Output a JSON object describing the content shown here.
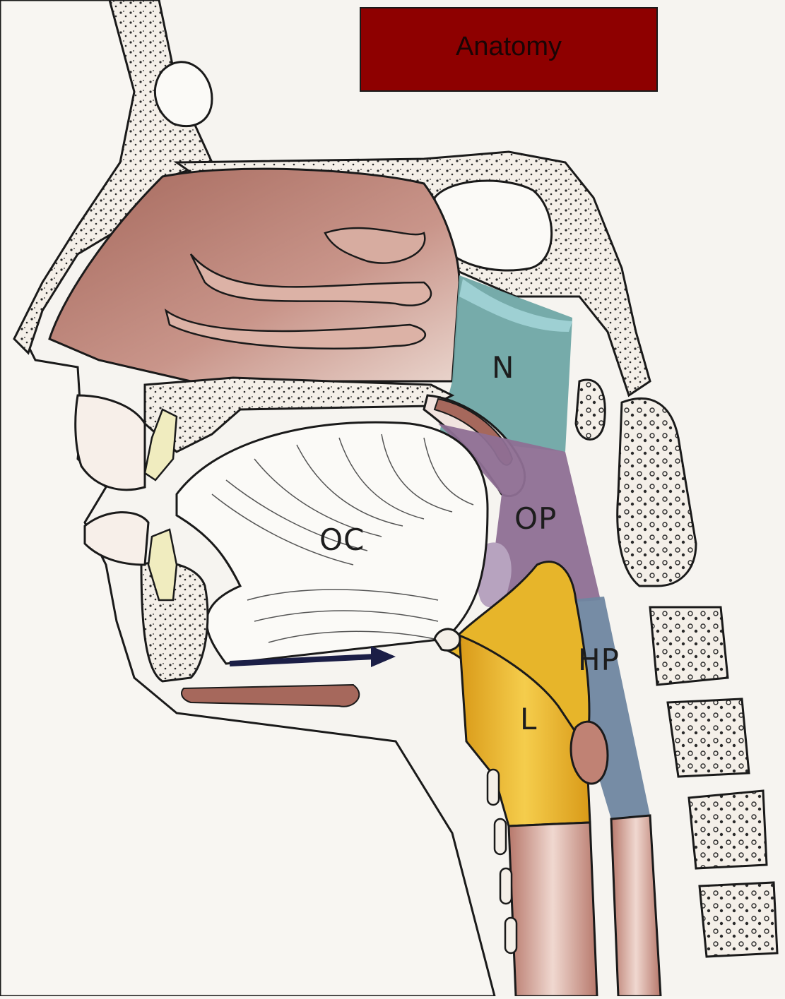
{
  "title": "Anatomy",
  "labels": {
    "nasopharynx": "N",
    "oropharynx": "OP",
    "oral_cavity": "OC",
    "hypopharynx": "HP",
    "larynx": "L"
  },
  "colors": {
    "title_bg": "#8e0000",
    "nasopharynx": "#6fa7a5",
    "oropharynx": "#8e6f93",
    "hypopharynx": "#6f86a0",
    "larynx": "#e7b52a",
    "nasal_cavity": "#b77c6e",
    "bone": "#f4efe8"
  }
}
